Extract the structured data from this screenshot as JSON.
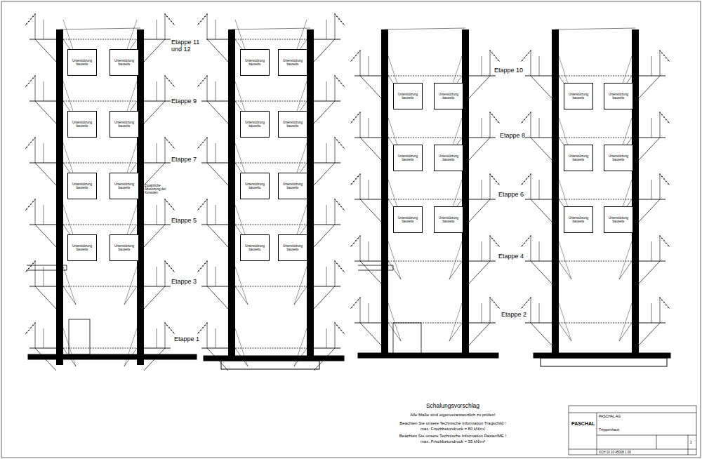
{
  "diagram": {
    "title": "Schalungsvorschlag",
    "nodes": [
      {
        "text": [
          "Unterstützung bauseits"
        ]
      },
      {
        "text": [
          "Unterstützung bauseits"
        ]
      },
      {
        "text": [
          "Unterstützung bauseits"
        ]
      },
      {
        "text": [
          "Unterstützung bauseits"
        ]
      },
      {
        "text": [
          "Unterstützung bauseits"
        ]
      },
      {
        "text": [
          "Unterstützung bauseits"
        ]
      },
      {
        "text": [
          "Unterstützung bauseits"
        ]
      },
      {
        "text": [
          "Unterstützung bauseits"
        ]
      },
      {
        "text": [
          "Unterstützung bauseits"
        ]
      },
      {
        "text": [
          "Unterstützung bauseits"
        ]
      },
      {
        "text": [
          "Unterstützung bauseits"
        ]
      },
      {
        "text": [
          "Unterstützung bauseits"
        ]
      },
      {
        "text": [
          "Unterstützung bauseits"
        ]
      },
      {
        "text": [
          "Unterstützung bauseits"
        ]
      },
      {
        "text": [
          "Unterstützung bauseits"
        ]
      },
      {
        "text": [
          "Unterstützung bauseits"
        ]
      },
      {
        "text": [
          "Unterstützung bauseits"
        ]
      },
      {
        "text": [
          "Unterstützung bauseits"
        ]
      },
      {
        "text": [
          "Unterstützung bauseits"
        ]
      },
      {
        "text": [
          "Unterstützung bauseits"
        ]
      },
      {
        "text": [
          "Unterstützung bauseits"
        ]
      },
      {
        "text": [
          "Unterstützung bauseits"
        ]
      },
      {
        "text": [
          "Unterstützung bauseits"
        ]
      },
      {
        "text": [
          "Unterstützung bauseits"
        ]
      },
      {
        "text": [
          "Unterstützung bauseits"
        ]
      },
      {
        "text": [
          "Unterstützung bauseits"
        ]
      },
      {
        "text": [
          "Unterstützung bauseits"
        ]
      },
      {
        "text": [
          "Unterstützung bauseits"
        ]
      }
    ],
    "labels": [
      "Etappe 11 und 12",
      "Etappe 9",
      "Etappe 7",
      "Etappe 5",
      "Etappe 3",
      "Etappe 1",
      "Etappe 10",
      "Etappe 8",
      "Etappe 6",
      "Etappe 4",
      "Etappe 2",
      "Zusätzliche Abstützung der Konsolen",
      "Alle Maße sind eigenverantwortlich zu prüfen!",
      "Beachten Sie unsere Technische Information Tragschild !",
      "max. Frischbetondruck = 80 kN/m²",
      "Beachten Sie unsere Technische Information Raster/ME !",
      "max. Frischbetondruck = 35 kN/m²",
      "PASCHAL",
      "PASCHAL AG",
      "Treppenhaus",
      "XCH 10 10 45008 1 00",
      "2"
    ]
  }
}
